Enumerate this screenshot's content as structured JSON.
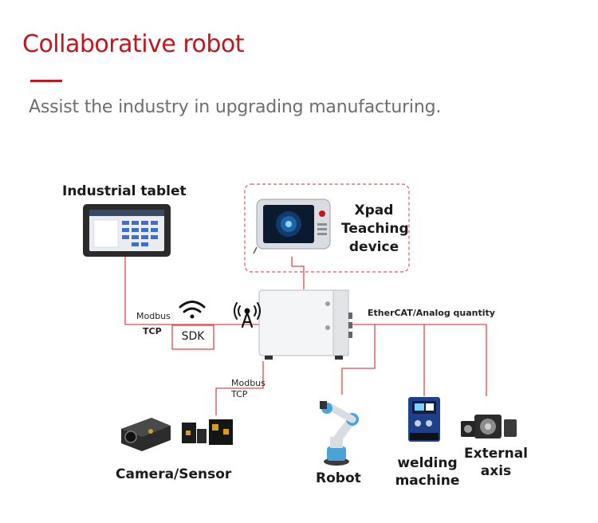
{
  "header": {
    "title": "Collaborative robot",
    "subtitle": "Assist the industry in upgrading manufacturing."
  },
  "devices": {
    "tablet": "Industrial tablet",
    "xpad_line1": "Xpad",
    "xpad_line2": "Teaching",
    "xpad_line3": "device",
    "camera": "Camera/Sensor",
    "robot": "Robot",
    "welding_line1": "welding",
    "welding_line2": "machine",
    "external_line1": "External",
    "external_line2": "axis"
  },
  "connections": {
    "modbus_left": "Modbus",
    "tcp_left": "TCP",
    "sdk": "SDK",
    "ethercat": "EtherCAT/Analog quantity",
    "modbus_bottom": "Modbus",
    "tcp_bottom": "TCP"
  },
  "colors": {
    "accent": "#c0161d",
    "line": "#d9383e",
    "subtitle": "#6e6e6e"
  },
  "icons": [
    "wifi-icon",
    "antenna-icon"
  ]
}
